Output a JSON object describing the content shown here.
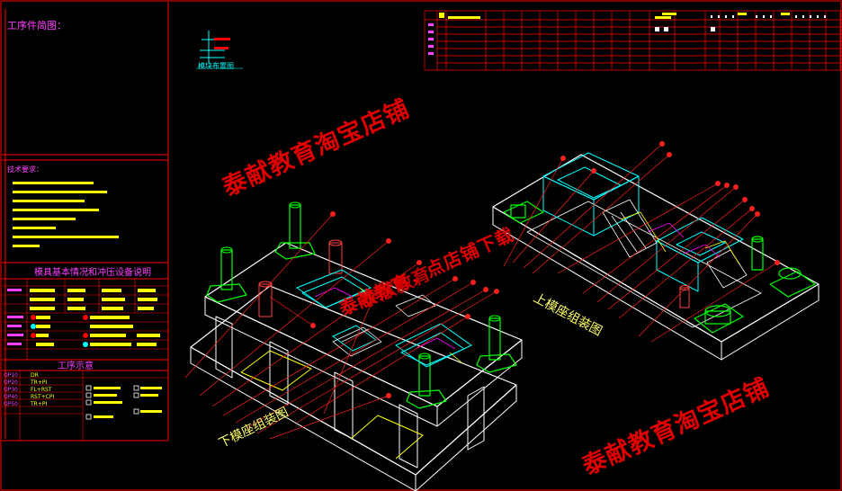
{
  "sheet": {
    "sketch_title": "工序件简图：",
    "tech_req_title": "技术要求：",
    "die_info_title": "模具基本情况和冲压设备说明",
    "process_title": "工序示意",
    "insert_label": "模块布置图",
    "process_codes": [
      "OP10",
      "OP20",
      "OP30",
      "OP40",
      "OP50"
    ],
    "process_names": [
      "DR",
      "TR+PI",
      "FL+RST",
      "RST+CPI",
      "TR+PI"
    ]
  },
  "views": {
    "lower_caption": "下模座组装图",
    "upper_caption": "上模座组装图"
  },
  "watermarks": {
    "top_left": "泰献教育淘宝店铺",
    "center": "泰献教育，点店铺下载",
    "center_overlay": "泰献教育",
    "bottom_right": "泰献教育淘宝店铺"
  },
  "colors": {
    "border": "#ff0000",
    "label": "#ff3fff",
    "die_cyan": "#00ffff",
    "die_green": "#00ff00",
    "die_yellow": "#ffff00",
    "watermark": "#e00000",
    "caption": "#ffff66"
  }
}
